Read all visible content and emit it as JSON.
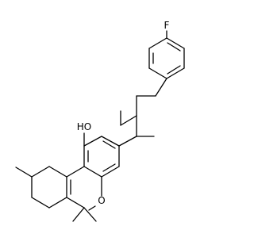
{
  "molecule": {
    "atoms": {
      "fluorine": "F",
      "hydroxyl": "HO",
      "ring_oxygen": "O"
    },
    "colors": {
      "bond": "#000000",
      "background": "#ffffff",
      "label": "#000000"
    }
  }
}
